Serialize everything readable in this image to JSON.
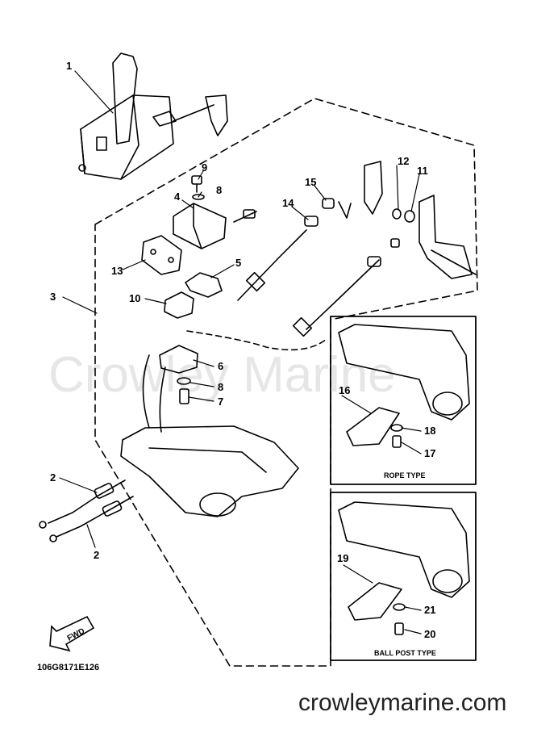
{
  "diagram": {
    "callouts": {
      "c1": "1",
      "c2a": "2",
      "c2b": "2",
      "c3": "3",
      "c4": "4",
      "c5": "5",
      "c6": "6",
      "c7": "7",
      "c8a": "8",
      "c8b": "8",
      "c9": "9",
      "c10": "10",
      "c11": "11",
      "c12": "12",
      "c13": "13",
      "c14": "14",
      "c15": "15",
      "c16": "16",
      "c17": "17",
      "c18": "18",
      "c19": "19",
      "c20": "20",
      "c21": "21"
    },
    "rope_box_caption": "ROPE TYPE",
    "ball_post_box_caption": "BALL POST TYPE",
    "fwd_arrow_label": "FWD",
    "part_code": "106G8171E126",
    "watermark_text": "Crowley Marine",
    "site_url": "crowleymarine.com"
  },
  "colors": {
    "ink": "#000000",
    "watermark": "#e6e6e6",
    "background": "#ffffff"
  }
}
